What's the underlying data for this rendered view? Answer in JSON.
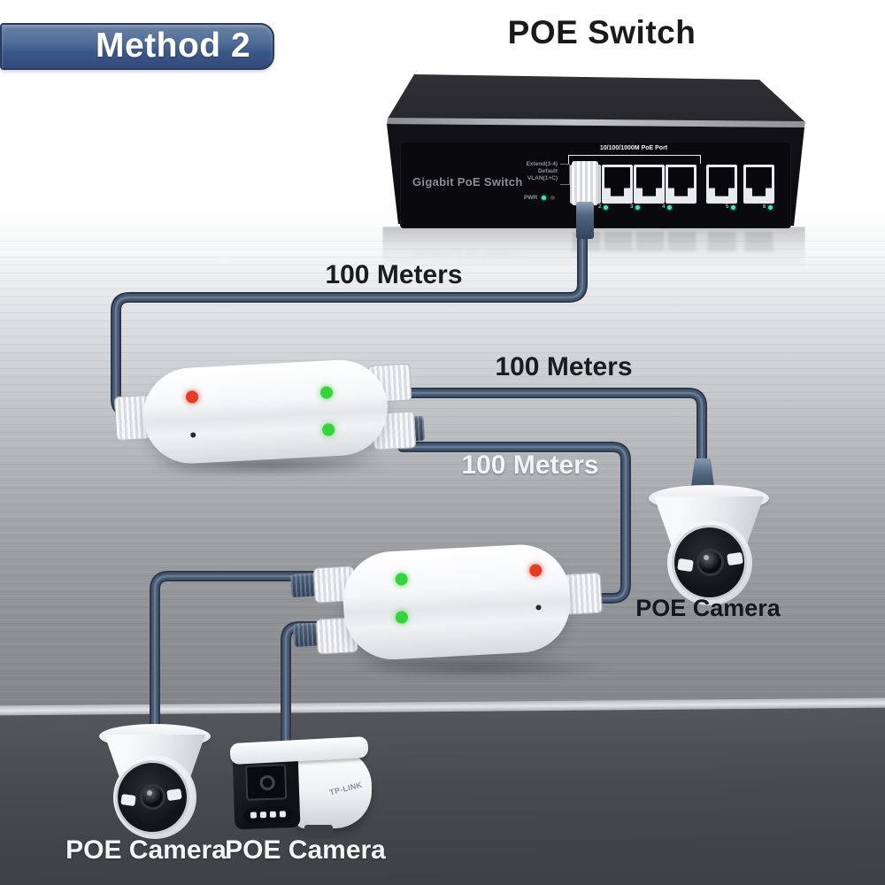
{
  "method_badge": {
    "label": "Method 2"
  },
  "heading": {
    "title": "POE Switch"
  },
  "poe_switch": {
    "brand_label": "Gigabit PoE Switch",
    "config_lines": [
      "Extend(3-4)",
      "Default",
      "VLAN(1+C)"
    ],
    "pwr_label": "PWR",
    "poe_port_group_label": "10/100/1000M PoE Port",
    "port_led_labels": [
      "2",
      "3",
      "4",
      "5",
      "6"
    ],
    "poe_port_count": 4,
    "uplink_port_count": 2
  },
  "cable_runs": [
    {
      "id": "switch-to-extender-1",
      "label": "100 Meters"
    },
    {
      "id": "extender-1-to-poe-camera",
      "label": "100 Meters"
    },
    {
      "id": "extender-1-to-extender-2",
      "label": "100 Meters"
    }
  ],
  "extenders": [
    {
      "id": "extender-1",
      "leds": [
        "red",
        "green",
        "green"
      ]
    },
    {
      "id": "extender-2",
      "leds": [
        "green",
        "green",
        "red"
      ]
    }
  ],
  "cameras": [
    {
      "id": "poe-camera-right",
      "label": "POE Camera",
      "type": "turret"
    },
    {
      "id": "poe-camera-bottom-left",
      "label": "POE Camera",
      "type": "turret"
    },
    {
      "id": "poe-camera-bottom-middle",
      "label": "POE Camera",
      "type": "bullet",
      "brand": "TP-LINK"
    }
  ],
  "colors": {
    "badge_blue": "#3b5888",
    "cable_blue": "#45586f",
    "led_red": "#e63a24",
    "led_green": "#35d43c",
    "port_led_green": "#49e2b5",
    "switch_body": "#131317",
    "label_dark": "#1c1c1f",
    "label_light": "#f2f3f5"
  }
}
